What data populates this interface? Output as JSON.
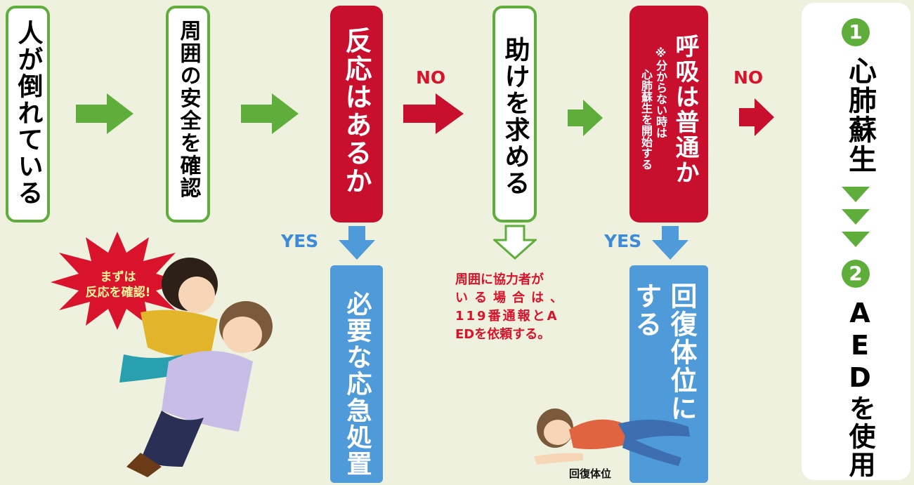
{
  "flow": {
    "step1": "人が倒れている",
    "step2": "周囲の安全を確認",
    "step3": "反応はあるか",
    "step4": "助けを求める",
    "step5_main": "呼吸は普通か",
    "step5_note_line1": "※分からない時は",
    "step5_note_line2": "心肺蘇生を開始する",
    "no_label_1": "NO",
    "no_label_2": "NO",
    "yes_label_1": "YES",
    "yes_label_2": "YES",
    "result_yes_1": "必要な応急処置",
    "result_yes_2_line1": "回復体位に",
    "result_yes_2_line2": "する",
    "help_note_line1": "周囲に協力者が",
    "help_note_line2": "いる場合は、",
    "help_note_line3": "119番通報とA",
    "help_note_line4": "EDを依頼する。",
    "recovery_caption": "回復体位"
  },
  "final": {
    "num1": "1",
    "text1": "心肺蘇生",
    "num2": "2",
    "text2": "AEDを使用"
  },
  "illustration": {
    "starburst_line1": "まずは",
    "starburst_line2": "反応を確認!"
  },
  "colors": {
    "background": "#eef1de",
    "green": "#5fae3c",
    "red": "#c8102e",
    "blue": "#4f9ad8",
    "white": "#ffffff"
  }
}
